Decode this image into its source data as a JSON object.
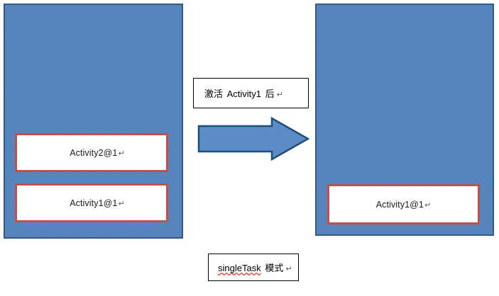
{
  "diagram": {
    "title_note": "singleTask 模式",
    "transition_note_prefix": "激活 ",
    "transition_note_target": "Activity1",
    "transition_note_suffix": " 后",
    "pilcrow": "↵",
    "colors": {
      "panel_fill": "#4f81bd",
      "panel_border": "#34588a",
      "activity_border": "#c0504d",
      "activity_fill": "#ffffff",
      "note_border": "#000000",
      "arrow_fill": "#4f81bd",
      "arrow_border": "#1f4e79",
      "spellcheck_underline": "#e03a30"
    }
  },
  "left_stack": {
    "name": "before-task-stack",
    "activities": [
      {
        "label": "Activity2@1",
        "position": "top"
      },
      {
        "label": "Activity1@1",
        "position": "bottom"
      }
    ]
  },
  "right_stack": {
    "name": "after-task-stack",
    "activities": [
      {
        "label": "Activity1@1",
        "position": "bottom"
      }
    ]
  },
  "arrow": {
    "name": "transition-arrow",
    "direction": "right"
  },
  "notes": {
    "top": {
      "segments": [
        {
          "text": "激活 ",
          "style": "cjk"
        },
        {
          "text": "Activity1",
          "style": "latin"
        },
        {
          "text": " 后",
          "style": "cjk"
        }
      ],
      "full_text": "激活 Activity1 后↵"
    },
    "bottom": {
      "segments": [
        {
          "text": "singleTask",
          "style": "spell-error"
        },
        {
          "text": " 模式",
          "style": "cjk"
        }
      ],
      "full_text": "singleTask 模式↵"
    }
  }
}
